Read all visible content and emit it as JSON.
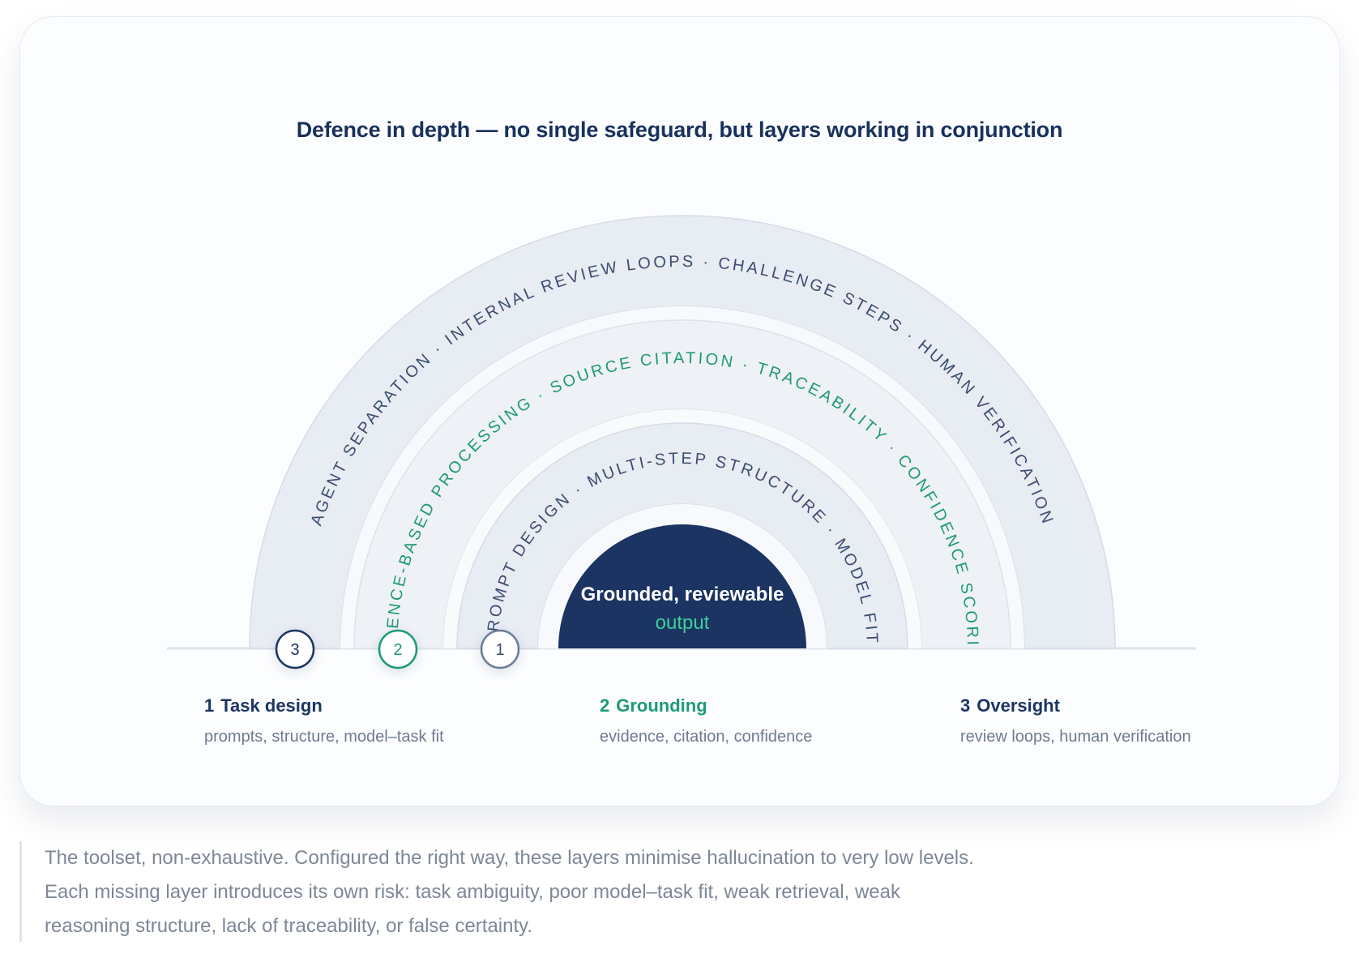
{
  "title": "Defence in depth — no single safeguard, but layers working in conjunction",
  "rings": {
    "outer_text": "AGENT SEPARATION · INTERNAL REVIEW LOOPS · CHALLENGE STEPS · HUMAN VERIFICATION",
    "middle_text": "EVIDENCE-BASED PROCESSING · SOURCE CITATION · TRACEABILITY · CONFIDENCE SCORING",
    "inner_text": "PROMPT DESIGN · MULTI-STEP STRUCTURE · MODEL FIT"
  },
  "core": {
    "line1": "Grounded, reviewable",
    "line2": "output"
  },
  "markers": [
    "3",
    "2",
    "1"
  ],
  "legend": [
    {
      "num": "1",
      "title": "Task design",
      "sub": "prompts, structure, model–task fit"
    },
    {
      "num": "2",
      "title": "Grounding",
      "sub": "evidence, citation, confidence"
    },
    {
      "num": "3",
      "title": "Oversight",
      "sub": "review loops, human verification"
    }
  ],
  "note": [
    "The toolset, non-exhaustive. Configured the right way, these layers minimise hallucination to very low levels.",
    "Each missing layer introduces its own risk: task ambiguity, poor model–task fit, weak retrieval, weak",
    "reasoning structure, lack of traceability, or false certainty."
  ],
  "colors": {
    "navy": "#1c3562",
    "green": "#1f9a74",
    "core": "#1b3461",
    "core_accent": "#3fcf9b"
  }
}
